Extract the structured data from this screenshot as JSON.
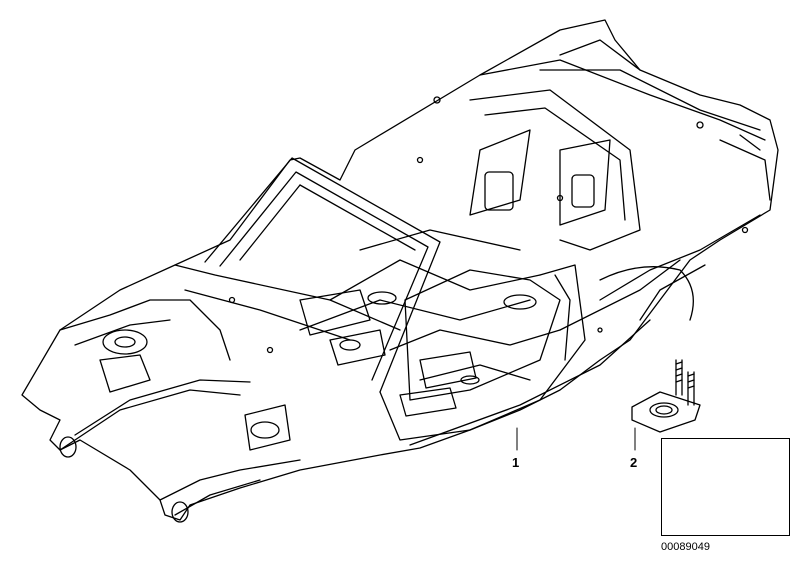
{
  "diagram": {
    "parts": [
      {
        "label": "1",
        "name": "body-in-white"
      },
      {
        "label": "2",
        "name": "mounting-plate-with-studs"
      }
    ],
    "document_number": "00089049",
    "line_color": "#000000",
    "background_color": "#ffffff"
  }
}
